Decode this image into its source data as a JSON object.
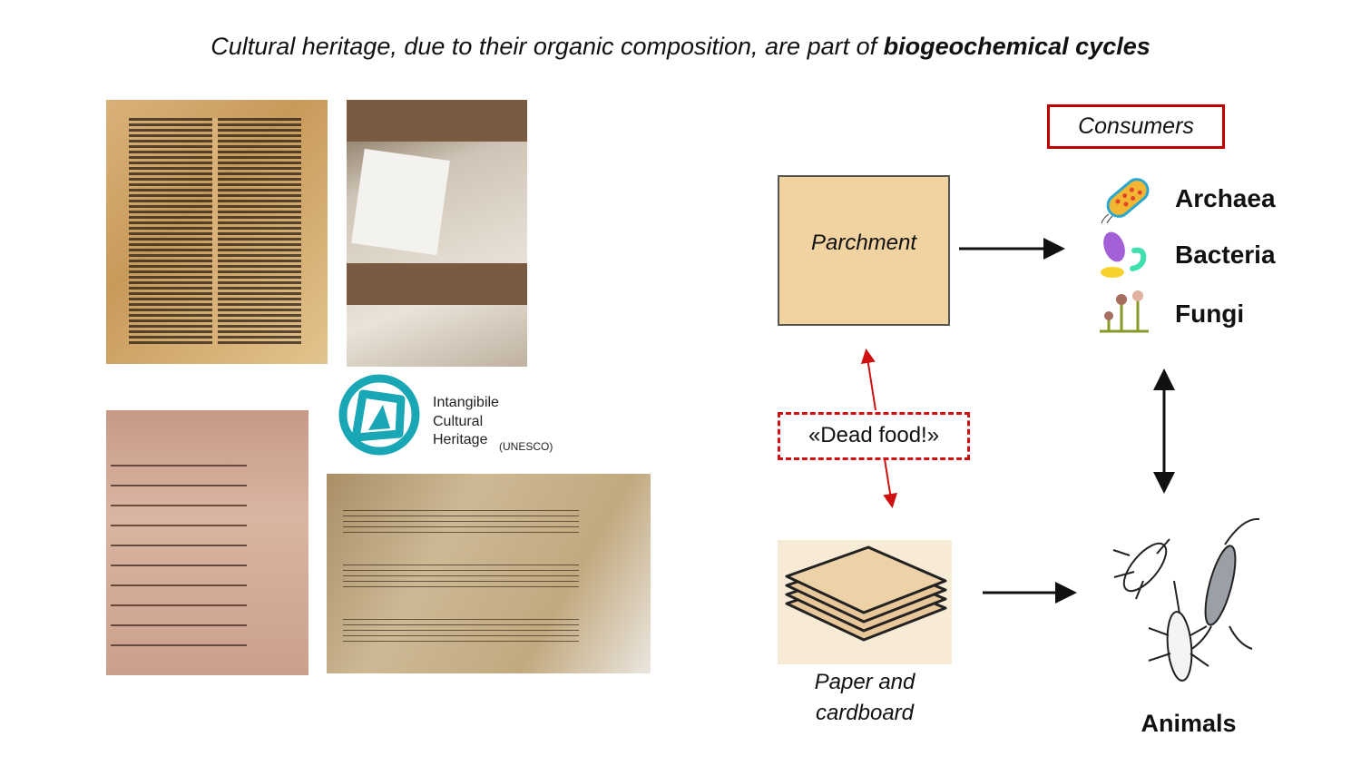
{
  "title": {
    "prefix": "Cultural heritage, due to their organic composition, are part of ",
    "emphasis": "biogeochemical cycles"
  },
  "logo": {
    "text_lines": [
      "Intangibile",
      "Cultural",
      "Heritage"
    ],
    "suffix": "(UNESCO)"
  },
  "diagram": {
    "parchment": "Parchment",
    "dead_food": "«Dead food!»",
    "paper": [
      "Paper and",
      "cardboard"
    ],
    "consumers": "Consumers",
    "consumer_types": [
      "Archaea",
      "Bacteria",
      "Fungi"
    ],
    "animals": "Animals"
  },
  "colors": {
    "accent_red": "#c00000",
    "parchment_fill": "#f0d3a0",
    "logo_teal": "#1aa7b5"
  }
}
